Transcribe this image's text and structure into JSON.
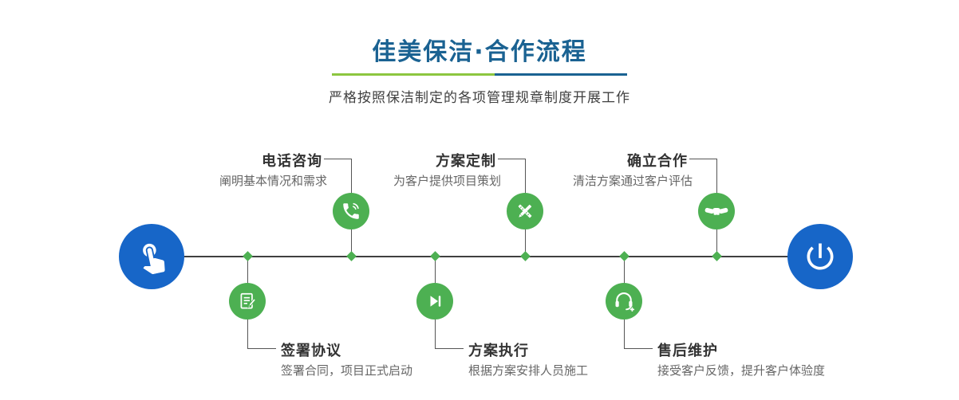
{
  "header": {
    "title": "佳美保洁·合作流程",
    "subtitle": "严格按照保洁制定的各项管理规章制度开展工作"
  },
  "colors": {
    "title_blue": "#1a6292",
    "accent_green": "#4db052",
    "node_blue": "#1766c8",
    "divider_green": "#8cc63f",
    "divider_blue": "#1a6292"
  },
  "timeline": {
    "start_icon": "pointing-hand-icon",
    "end_icon": "power-icon",
    "steps_top": [
      {
        "title": "电话咨询",
        "desc": "阐明基本情况和需求",
        "icon": "phone-icon"
      },
      {
        "title": "方案定制",
        "desc": "为客户提供项目策划",
        "icon": "pencil-ruler-icon"
      },
      {
        "title": "确立合作",
        "desc": "清洁方案通过客户评估",
        "icon": "handshake-icon"
      }
    ],
    "steps_bottom": [
      {
        "title": "签署协议",
        "desc": "签署合同，项目正式启动",
        "icon": "document-pen-icon"
      },
      {
        "title": "方案执行",
        "desc": "根据方案安排人员施工",
        "icon": "play-icon"
      },
      {
        "title": "售后维护",
        "desc": "接受客户反馈，提升客户体验度",
        "icon": "headset-icon"
      }
    ]
  }
}
